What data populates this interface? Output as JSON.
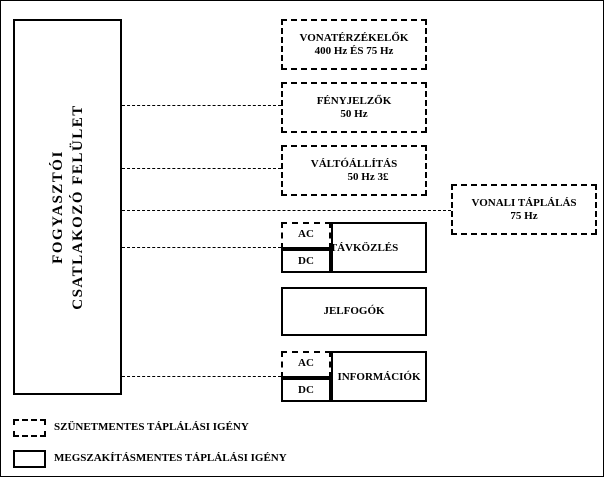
{
  "interface": {
    "line1": "FOGYASZTÓI",
    "line2": "CSATLAKOZÓ FELÜLET"
  },
  "boxes": {
    "vonaterzekelok": {
      "line1": "VONATÉRZÉKELŐK",
      "line2": "400 Hz ÉS 75 Hz"
    },
    "fenyjelzok": {
      "line1": "FÉNYJELZŐK",
      "line2": "50 Hz"
    },
    "valtoallitas": {
      "line1": "VÁLTÓÁLLÍTÁS",
      "line2": "50 Hz 3£"
    },
    "vonali_taplalas": {
      "line1": "VONALI TÁPLÁLÁS",
      "line2": "75 Hz"
    },
    "tavkozles": {
      "ac": "AC",
      "dc": "DC",
      "label": "TÁVKÖZLÉS"
    },
    "jelfogok": {
      "label": "JELFOGÓK"
    },
    "informaciok": {
      "ac": "AC",
      "dc": "DC",
      "label": "INFORMÁCIÓK"
    }
  },
  "legend": {
    "dashed": "SZÜNETMENTES TÁPLÁLÁSI IGÉNY",
    "solid": "MEGSZAKÍTÁSMENTES TÁPLÁLÁSI IGÉNY"
  }
}
